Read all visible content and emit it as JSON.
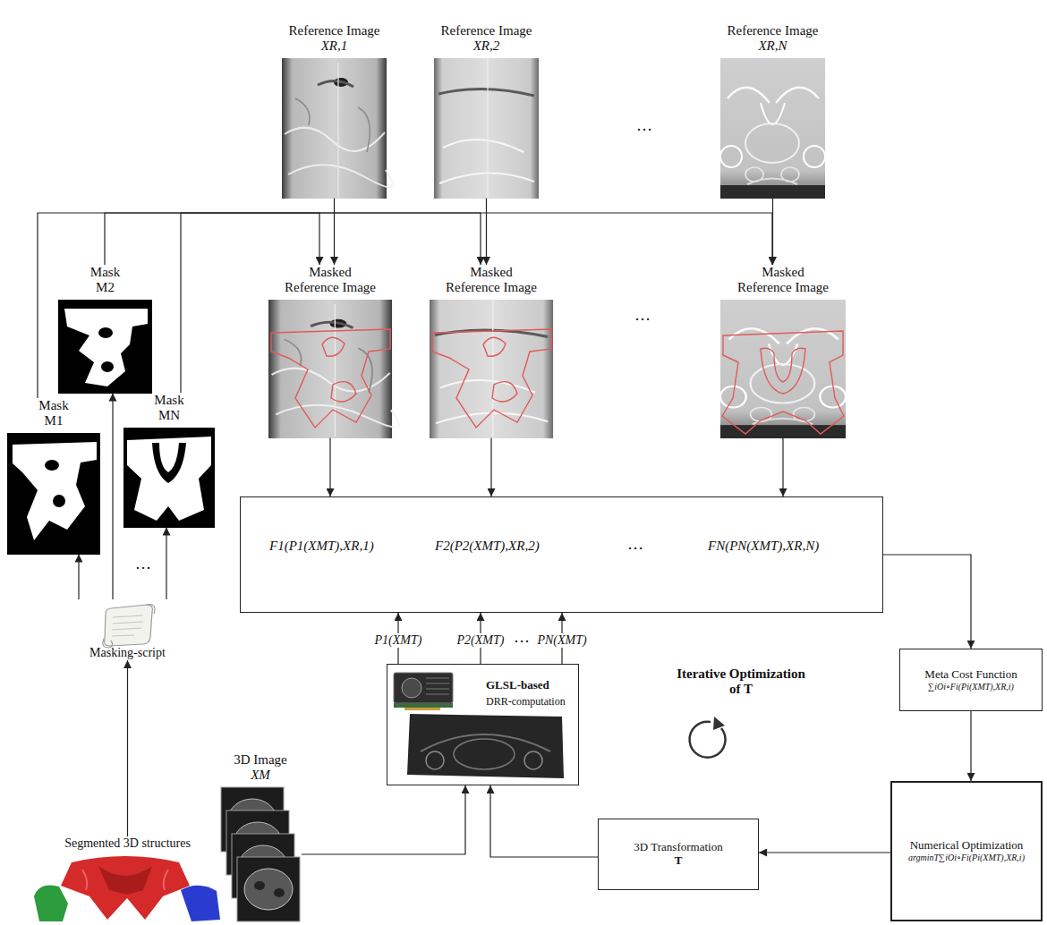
{
  "diagram": {
    "nodes": [
      {
        "text": [
          "Reference Image",
          "XR,1"
        ]
      },
      {
        "text": [
          "Reference Image",
          "XR,2"
        ]
      },
      {
        "text": [
          "Reference Image",
          "XR,N"
        ]
      },
      {
        "text": [
          "Mask",
          "M2"
        ]
      },
      {
        "text": [
          "Masked Reference Image"
        ]
      },
      {
        "text": [
          "Masked Reference Image"
        ]
      },
      {
        "text": [
          "Masked Reference Image"
        ]
      },
      {
        "text": [
          "Mask",
          "M1"
        ]
      },
      {
        "text": [
          "Mask",
          "MN"
        ]
      },
      {
        "text": [
          "F1(P1(XMT),XR,1)",
          "F2(P2(XMT),XR,2)",
          "…",
          "FN(PN(XMT),XR,N)"
        ]
      },
      {
        "text": [
          "Masking-script"
        ]
      },
      {
        "text": [
          "Meta Cost Function",
          "∑iOi∘Fi(Pi(XMT),XR,i)"
        ]
      },
      {
        "text": [
          "GLSL-based",
          "DRR-computation"
        ]
      },
      {
        "text": [
          "3D Image",
          "XM"
        ]
      },
      {
        "text": [
          "Numerical Optimization",
          "argminT∑iOi∘Fi(Pi(XMT),XR,i)"
        ]
      },
      {
        "text": [
          "3D Transformation",
          "T"
        ]
      },
      {
        "text": [
          "Segmented 3D structures"
        ]
      }
    ],
    "edges": [
      {
        "from": 0,
        "to": 4,
        "arrow": "to"
      },
      {
        "from": 1,
        "to": 5,
        "arrow": "to"
      },
      {
        "from": 2,
        "to": 6,
        "arrow": "to"
      },
      {
        "from": 4,
        "to": 9,
        "arrow": "to"
      },
      {
        "from": 5,
        "to": 9,
        "arrow": "to"
      },
      {
        "from": 6,
        "to": 9,
        "arrow": "to"
      },
      {
        "from": 7,
        "to": 4,
        "arrow": "to"
      },
      {
        "from": 3,
        "to": 5,
        "arrow": "to"
      },
      {
        "from": 8,
        "to": 6,
        "arrow": "to"
      },
      {
        "from": 10,
        "to": 7,
        "arrow": "to"
      },
      {
        "from": 10,
        "to": 3,
        "arrow": "to"
      },
      {
        "from": 10,
        "to": 8,
        "arrow": "to"
      },
      {
        "from": 16,
        "to": 10,
        "arrow": "to"
      },
      {
        "from": 12,
        "to": 9,
        "label": "P1(XMT)",
        "arrow": "to"
      },
      {
        "from": 12,
        "to": 9,
        "label": "P2(XMT)",
        "arrow": "to"
      },
      {
        "from": 12,
        "to": 9,
        "label": "PN(XMT)",
        "arrow": "to"
      },
      {
        "from": 13,
        "to": 12,
        "arrow": "to"
      },
      {
        "from": 15,
        "to": 12,
        "arrow": "to"
      },
      {
        "from": 9,
        "to": 11,
        "arrow": "to"
      },
      {
        "from": 11,
        "to": 14,
        "arrow": "to"
      },
      {
        "from": 14,
        "to": 15,
        "arrow": "to"
      }
    ],
    "labels": [
      "…",
      "…",
      "…",
      "…",
      "Iterative Optimization of T"
    ]
  }
}
